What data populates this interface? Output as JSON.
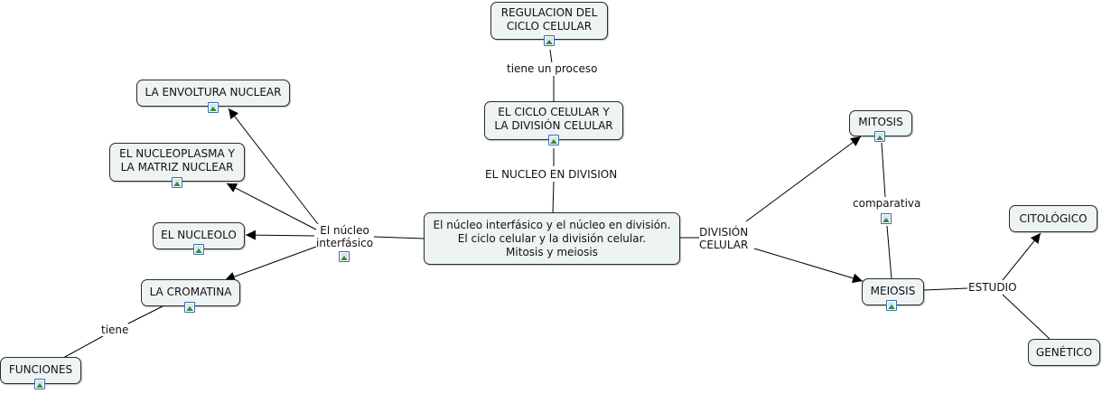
{
  "nodes": {
    "regulacion": "REGULACION DEL\nCICLO CELULAR",
    "ciclo": "EL CICLO CELULAR Y\nLA DIVISIÓN CELULAR",
    "central": "El núcleo interfásico y el núcleo en división.\nEl ciclo celular y la división celular.\nMitosis y meiosis",
    "envoltura": "LA ENVOLTURA NUCLEAR",
    "nucleoplasma": "EL NUCLEOPLASMA Y\nLA MATRIZ NUCLEAR",
    "nucleolo": "EL NUCLEOLO",
    "cromatina": "LA CROMATINA",
    "funciones": "FUNCIONES",
    "mitosis": "MITOSIS",
    "meiosis": "MEIOSIS",
    "citologico": "CITOLÓGICO",
    "genetico": "GENÉTICO"
  },
  "links": {
    "tiene_proceso": "tiene un proceso",
    "nucleo_division": "EL NUCLEO EN DIVISION",
    "nucleo_interfasico": "El núcleo\ninterfásico",
    "tiene": "tiene",
    "division_celular": "DIVISIÓN\nCELULAR",
    "comparativa": "comparativa",
    "estudio": "ESTUDIO"
  },
  "icons": [
    "image-resource-icon"
  ],
  "colors": {
    "node_fill": "#eef3f4",
    "node_border": "#2b2b2b",
    "line": "#000000",
    "icon_border": "#3d6f9c"
  }
}
